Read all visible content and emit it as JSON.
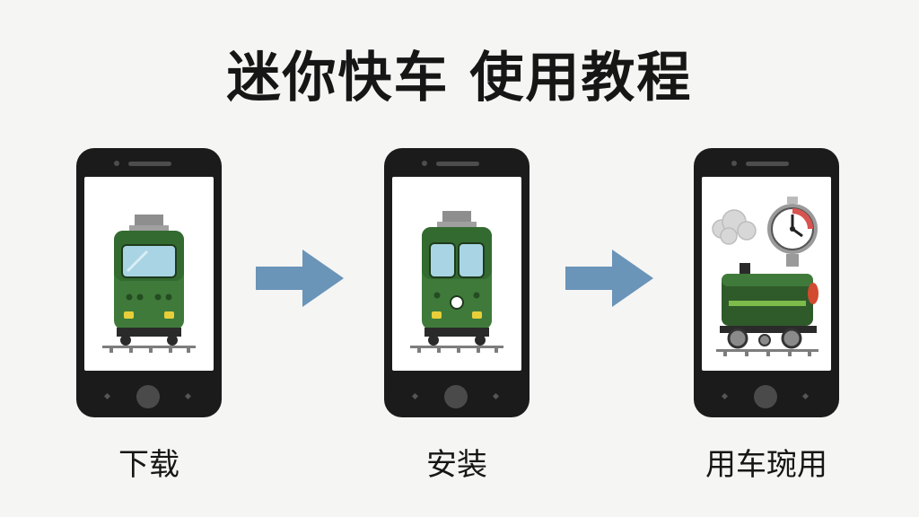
{
  "title": "迷你快车 使用教程",
  "steps": [
    {
      "label": "下载",
      "icon": "train-front-icon"
    },
    {
      "label": "安装",
      "icon": "train-front-lit-icon"
    },
    {
      "label": "用车琬用",
      "icon": "steam-locomotive-clock-icon"
    }
  ],
  "colors": {
    "train_body": "#3f7a3b",
    "train_dark": "#2f5a2a",
    "window": "#a9d4e4",
    "arrow": "#6a94b8",
    "phone": "#1b1b1b"
  }
}
